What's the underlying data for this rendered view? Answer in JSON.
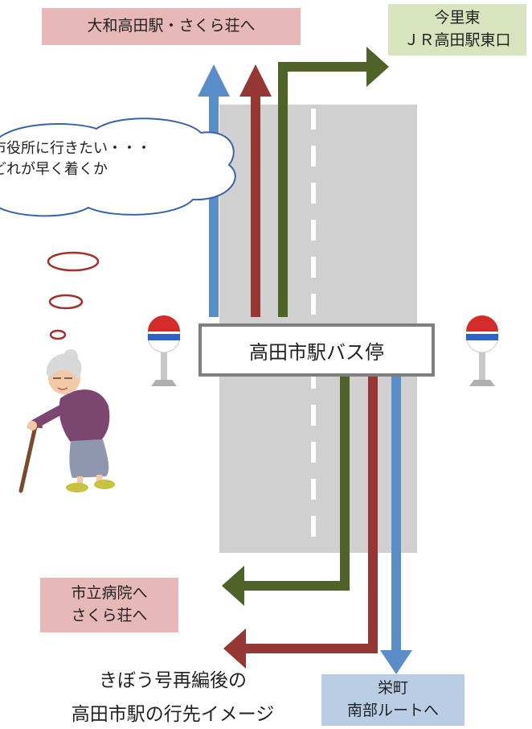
{
  "destinations": {
    "top_left": "大和高田駅・さくら荘へ",
    "top_right_line1": "今里東",
    "top_right_line2": "ＪＲ高田駅東口",
    "bottom_left_line1": "市立病院へ",
    "bottom_left_line2": "さくら荘へ",
    "bottom_right_line1": "栄町",
    "bottom_right_line2": "南部ルートへ"
  },
  "bus_stop": {
    "name": "高田市駅バス停"
  },
  "thought": {
    "line1": "市役所に行きたい・・・",
    "line2": "どれが早く着くか"
  },
  "caption": {
    "line1": "きぼう号再編後の",
    "line2": "高田市駅の行先イメージ"
  },
  "colors": {
    "blue_route": "#5b8ec9",
    "red_route": "#953735",
    "green_route": "#4f6228",
    "road": "#d0d0d0"
  },
  "icons": [
    "bus-stop-sign-icon",
    "elderly-woman-icon",
    "thought-bubble-icon"
  ]
}
